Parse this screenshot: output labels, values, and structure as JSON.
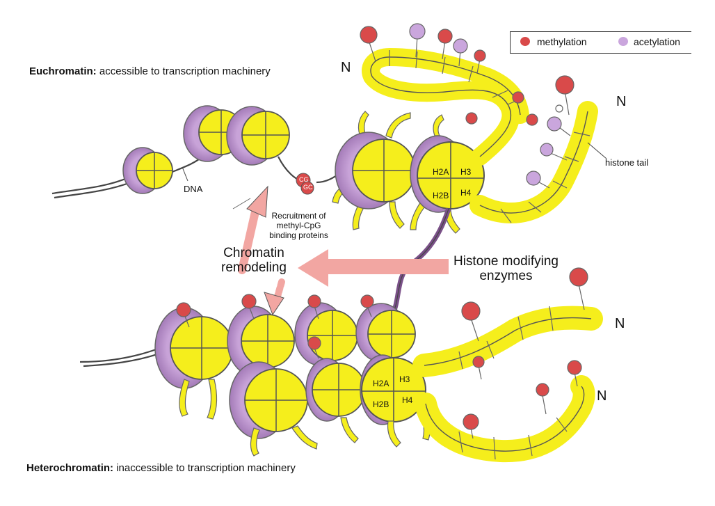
{
  "title_top": {
    "bold": "Euchromatin:",
    "rest": " accessible to transcription machinery"
  },
  "title_bottom": {
    "bold": "Heterochromatin:",
    "rest": " inaccessible to transcription machinery"
  },
  "legend": {
    "methylation": "methylation",
    "acetylation": "acetylation"
  },
  "labels": {
    "dna": "DNA",
    "histone_tail": "histone tail",
    "recruitment": [
      "Recruitment of",
      "methyl-CpG",
      "binding proteins"
    ],
    "chromatin_remodeling": [
      "Chromatin",
      "remodeling"
    ],
    "histone_enzymes": [
      "Histone modifying",
      "enzymes"
    ],
    "cg_top": "CG",
    "cg_bottom": "GC",
    "n_terminus": "N"
  },
  "histones": {
    "h2a": "H2A",
    "h3": "H3",
    "h2b": "H2B",
    "h4": "H4"
  },
  "colors": {
    "methylation": "#d94a4a",
    "acetylation": "#caa6dd",
    "nucleosome": "#f5ee1c",
    "dna_wrap": "#b98ac9",
    "arrow": "#f2a6a2",
    "outline": "#555555"
  }
}
